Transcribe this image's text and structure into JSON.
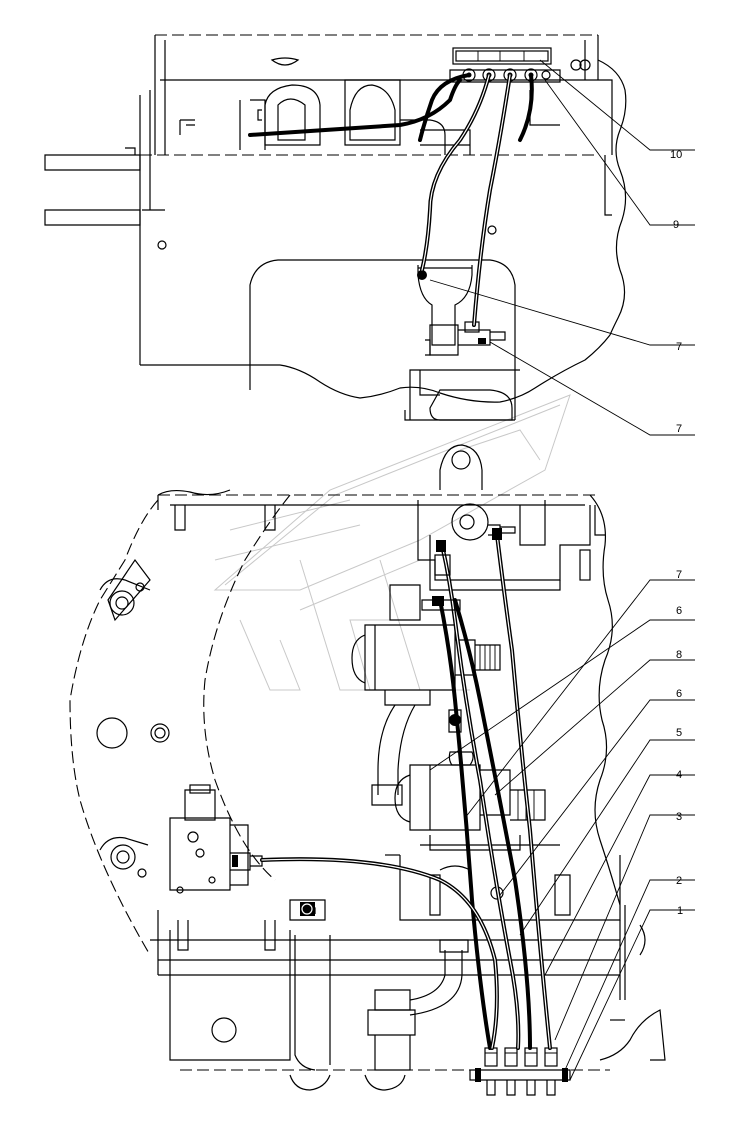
{
  "callouts": [
    {
      "id": "c10",
      "label": "10"
    },
    {
      "id": "c9",
      "label": "9"
    },
    {
      "id": "c7a",
      "label": "7"
    },
    {
      "id": "c7b",
      "label": "7"
    },
    {
      "id": "c7c",
      "label": "7"
    },
    {
      "id": "c6a",
      "label": "6"
    },
    {
      "id": "c8",
      "label": "8"
    },
    {
      "id": "c6b",
      "label": "6"
    },
    {
      "id": "c5",
      "label": "5"
    },
    {
      "id": "c4",
      "label": "4"
    },
    {
      "id": "c3",
      "label": "3"
    },
    {
      "id": "c2",
      "label": "2"
    },
    {
      "id": "c1",
      "label": "1"
    }
  ]
}
